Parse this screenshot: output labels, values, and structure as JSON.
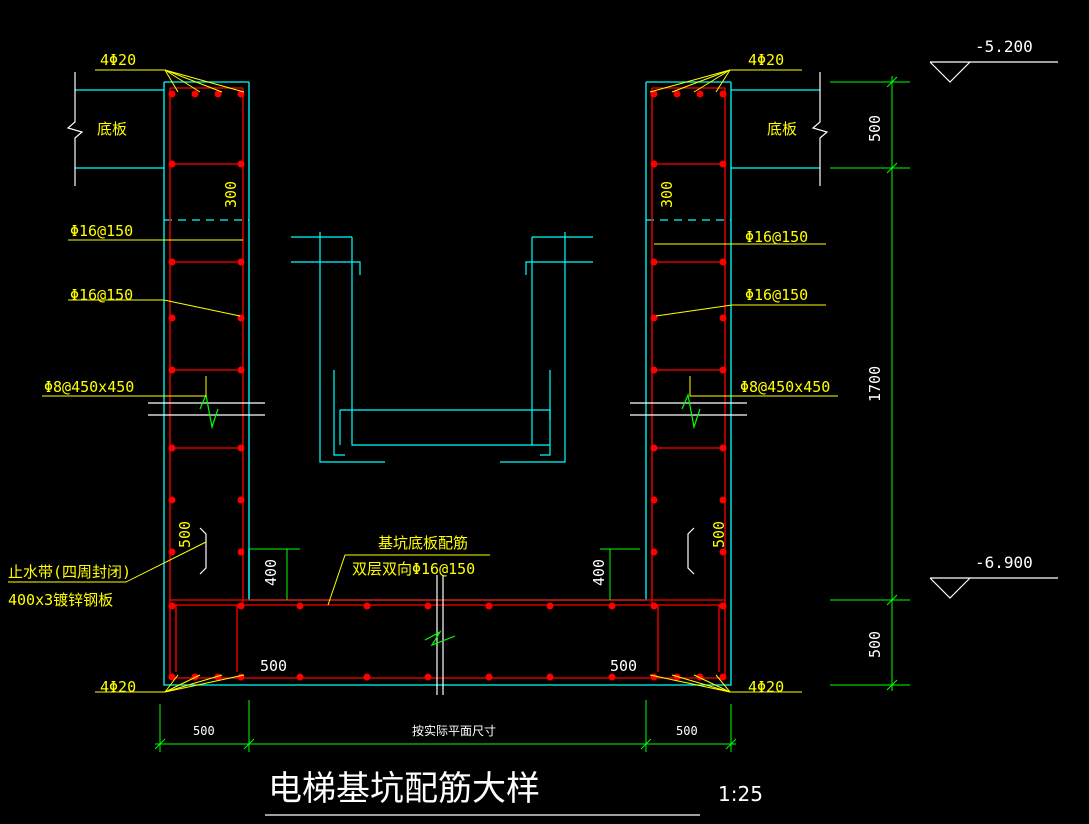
{
  "title": "电梯基坑配筋大样",
  "scale": "1:25",
  "labels": {
    "top_left_bars": "4Φ20",
    "top_right_bars": "4Φ20",
    "bottom_left_bars": "4Φ20",
    "bottom_right_bars": "4Φ20",
    "slab_left": "底板",
    "slab_right": "底板",
    "dim_300_left": "300",
    "dim_300_right": "300",
    "wall_bar_1_left": "Φ16@150",
    "wall_bar_2_left": "Φ16@150",
    "wall_bar_1_right": "Φ16@150",
    "wall_bar_2_right": "Φ16@150",
    "tie_left": "Φ8@450x450",
    "tie_right": "Φ8@450x450",
    "waterstop_line1": "止水带(四周封闭)",
    "waterstop_line2": "400x3镀锌钢板",
    "base_title": "基坑底板配筋",
    "base_bars": "双层双向Φ16@150",
    "dim_500_wall_left": "500",
    "dim_500_wall_right": "500",
    "dim_400_left": "400",
    "dim_400_right": "400",
    "dim_500_base_left": "500",
    "dim_500_base_right": "500",
    "dim_bottom_left": "500",
    "dim_bottom_mid": "按实际平面尺寸",
    "dim_bottom_right": "500",
    "level_top": "-5.200",
    "level_bottom": "-6.900",
    "dim_right_500_top": "500",
    "dim_right_1700": "1700",
    "dim_right_500_bottom": "500"
  },
  "colors": {
    "background": "#000000",
    "concrete": "#00ffff",
    "rebar": "#ff0000",
    "annotation": "#ffff00",
    "leader": "#ffff00",
    "dimension": "#00ff00",
    "text": "#ffffff"
  }
}
